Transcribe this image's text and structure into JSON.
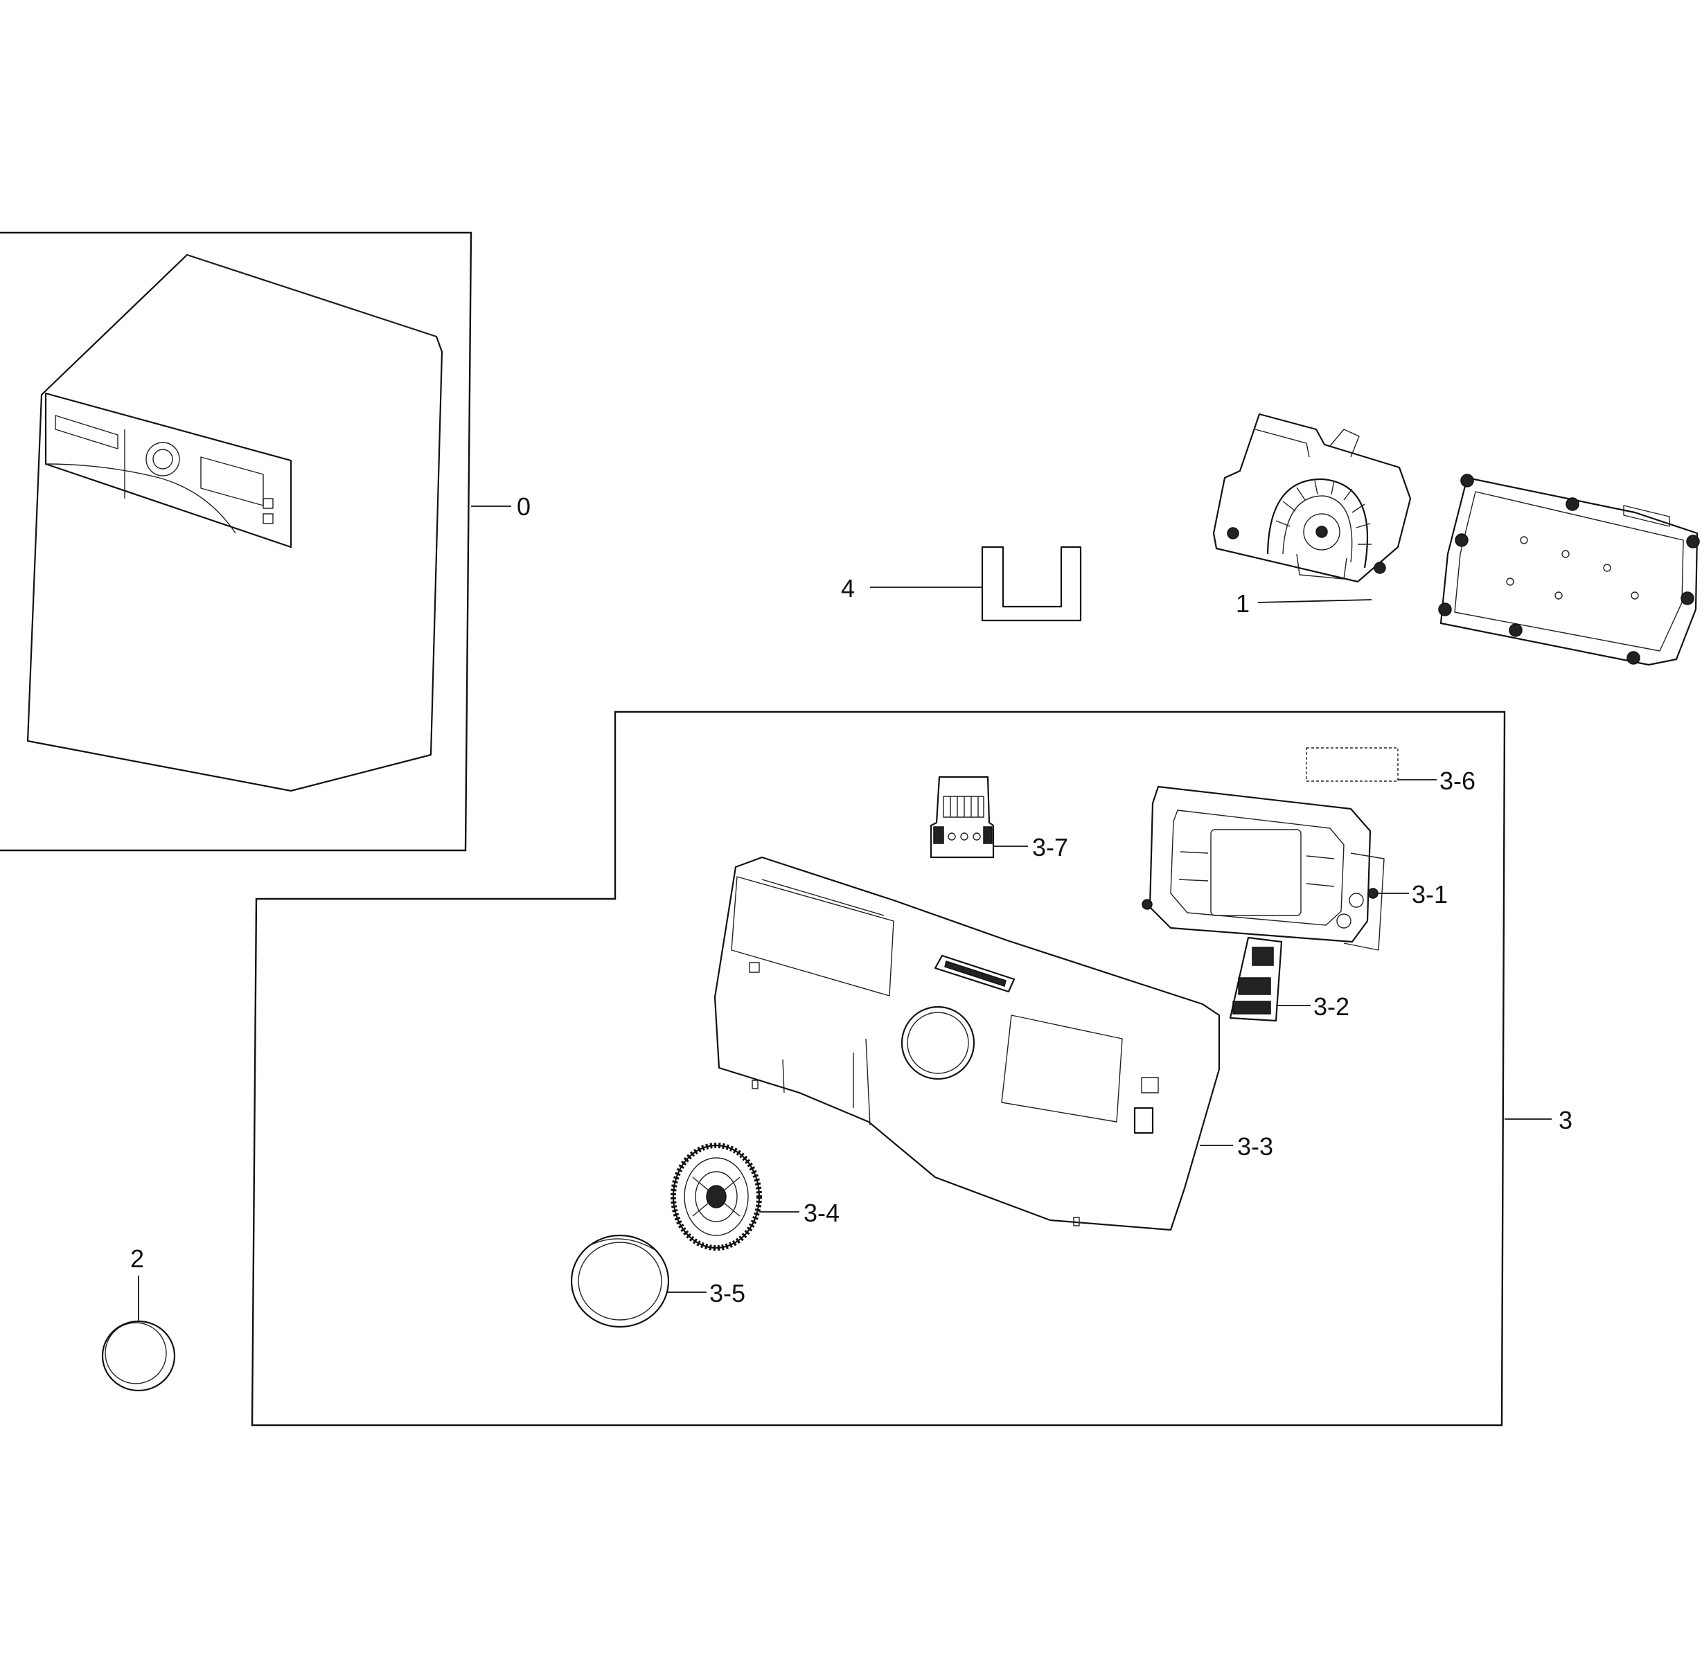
{
  "callouts": {
    "c0": "0",
    "c1": "1",
    "c2": "2",
    "c3": "3",
    "c4": "4",
    "c3_1": "3-1",
    "c3_2": "3-2",
    "c3_3": "3-3",
    "c3_4": "3-4",
    "c3_5": "3-5",
    "c3_6": "3-6",
    "c3_7": "3-7"
  }
}
